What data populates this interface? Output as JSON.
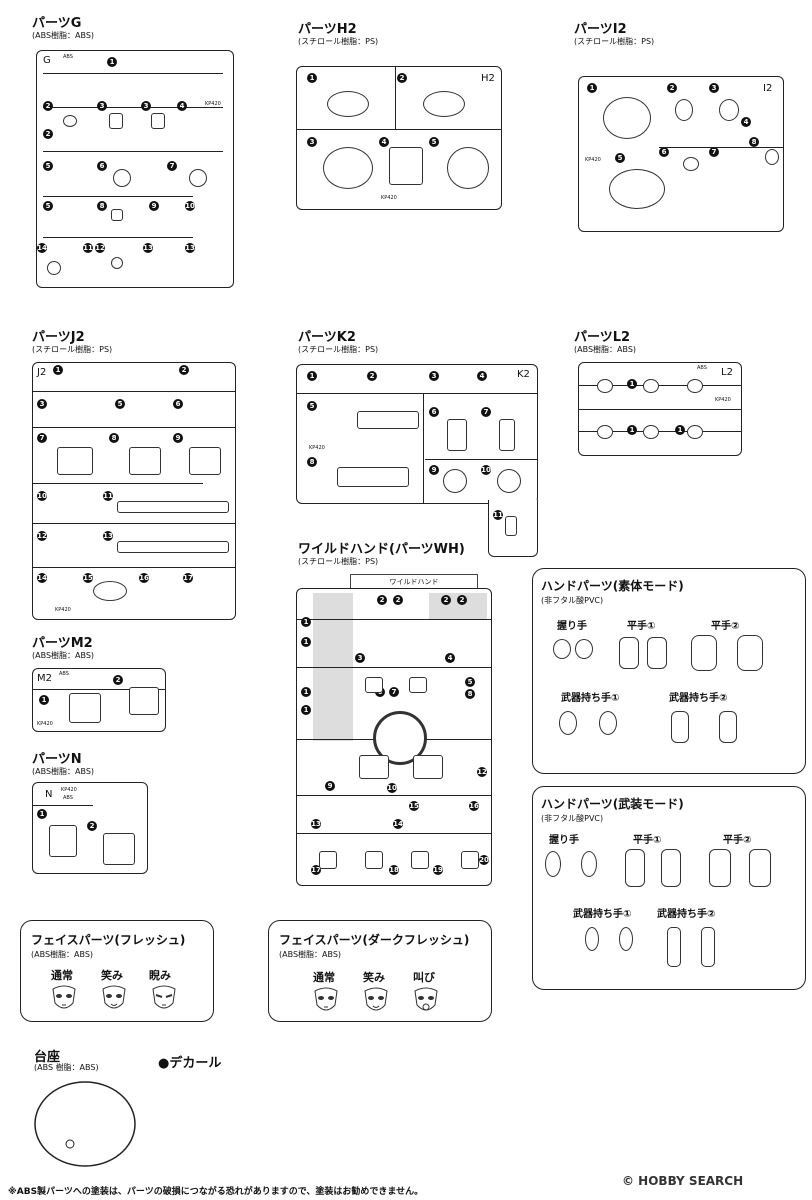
{
  "runners": {
    "G": {
      "title": "パーツG",
      "material": "(ABS樹脂：ABS)",
      "label": "G",
      "tag": "ABS",
      "code": "KP420"
    },
    "H2": {
      "title": "パーツH2",
      "material": "(スチロール樹脂：PS)",
      "label": "H2",
      "code": "KP420"
    },
    "I2": {
      "title": "パーツI2",
      "material": "(スチロール樹脂：PS)",
      "label": "I2",
      "code": "KP420"
    },
    "J2": {
      "title": "パーツJ2",
      "material": "(スチロール樹脂：PS)",
      "label": "J2",
      "code": "KP420"
    },
    "K2": {
      "title": "パーツK2",
      "material": "(スチロール樹脂：PS)",
      "label": "K2",
      "code": "KP420"
    },
    "L2": {
      "title": "パーツL2",
      "material": "(ABS樹脂：ABS)",
      "label": "L2",
      "tag": "ABS",
      "code": "KP420"
    },
    "WH": {
      "title": "ワイルドハンド(パーツWH)",
      "material": "(スチロール樹脂：PS)",
      "header": "ワイルドハンド"
    },
    "M2": {
      "title": "パーツM2",
      "material": "(ABS樹脂：ABS)",
      "label": "M2",
      "tag": "ABS",
      "code": "KP420"
    },
    "N": {
      "title": "パーツN",
      "material": "(ABS樹脂：ABS)",
      "label": "N",
      "code": "KP420",
      "tag": "ABS"
    }
  },
  "hand_plain": {
    "title": "ハンドパーツ(素体モード)",
    "material": "(非フタル酸PVC)",
    "grip": "握り手",
    "flat1": "平手①",
    "flat2": "平手②",
    "weapon1": "武器持ち手①",
    "weapon2": "武器持ち手②"
  },
  "hand_armed": {
    "title": "ハンドパーツ(武装モード)",
    "material": "(非フタル酸PVC)",
    "grip": "握り手",
    "flat1": "平手①",
    "flat2": "平手②",
    "weapon1": "武器持ち手①",
    "weapon2": "武器持ち手②"
  },
  "face_flesh": {
    "title": "フェイスパーツ(フレッシュ)",
    "material": "(ABS樹脂：ABS)",
    "labels": [
      "通常",
      "笑み",
      "睨み"
    ]
  },
  "face_dark": {
    "title": "フェイスパーツ(ダークフレッシュ)",
    "material": "(ABS樹脂：ABS)",
    "labels": [
      "通常",
      "笑み",
      "叫び"
    ]
  },
  "stand": {
    "title": "台座",
    "material": "(ABS 樹脂：ABS)"
  },
  "decal": {
    "title": "●デカール"
  },
  "footer": "※ABS製パーツへの塗装は、パーツの破損につながる恐れがありますので、塗装はお勧めできません。",
  "logo": "© HOBBY SEARCH"
}
